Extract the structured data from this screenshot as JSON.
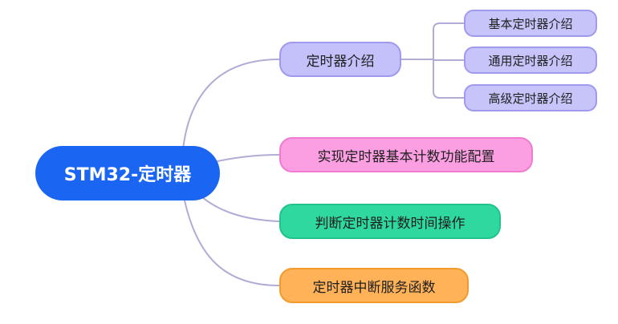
{
  "root": {
    "label": "STM32-定时器"
  },
  "topics": [
    {
      "label": "定时器介绍",
      "children": [
        "基本定时器介绍",
        "通用定时器介绍",
        "高级定时器介绍"
      ]
    },
    {
      "label": "实现定时器基本计数功能配置",
      "children": []
    },
    {
      "label": "判断定时器计数时间操作",
      "children": []
    },
    {
      "label": "定时器中断服务函数",
      "children": []
    }
  ],
  "colors": {
    "root": "#1a66f2",
    "topic_intro": "#c3c0fa",
    "topic_basic_count": "#fb9fe2",
    "topic_judge_time": "#2ed89e",
    "topic_interrupt": "#ffb257",
    "connector": "#b0acd6"
  }
}
